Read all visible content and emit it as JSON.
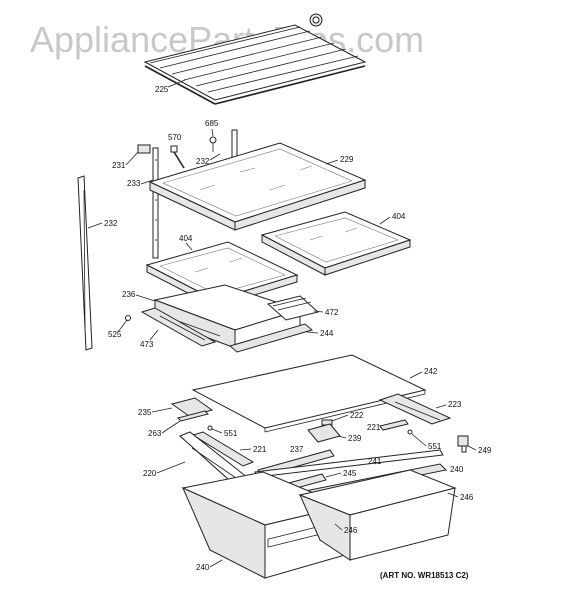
{
  "watermark": "AppliancePartsPros.com",
  "art_number": "(ART NO. WR18513 C2)",
  "labels": {
    "l225": "225",
    "l685": "685",
    "l570": "570",
    "l231": "231",
    "l232a": "232",
    "l229": "229",
    "l233": "233",
    "l232b": "232",
    "l404a": "404",
    "l404b": "404",
    "l236": "236",
    "l472": "472",
    "l525": "525",
    "l473": "473",
    "l244": "244",
    "l242": "242",
    "l235": "235",
    "l222": "222",
    "l223": "223",
    "l263": "263",
    "l551a": "551",
    "l221a": "221",
    "l239": "239",
    "l221b": "221",
    "l551b": "551",
    "l249": "249",
    "l237": "237",
    "l220": "220",
    "l241": "241",
    "l240a": "240",
    "l245": "245",
    "l246a": "246",
    "l246b": "246",
    "l240b": "240"
  }
}
